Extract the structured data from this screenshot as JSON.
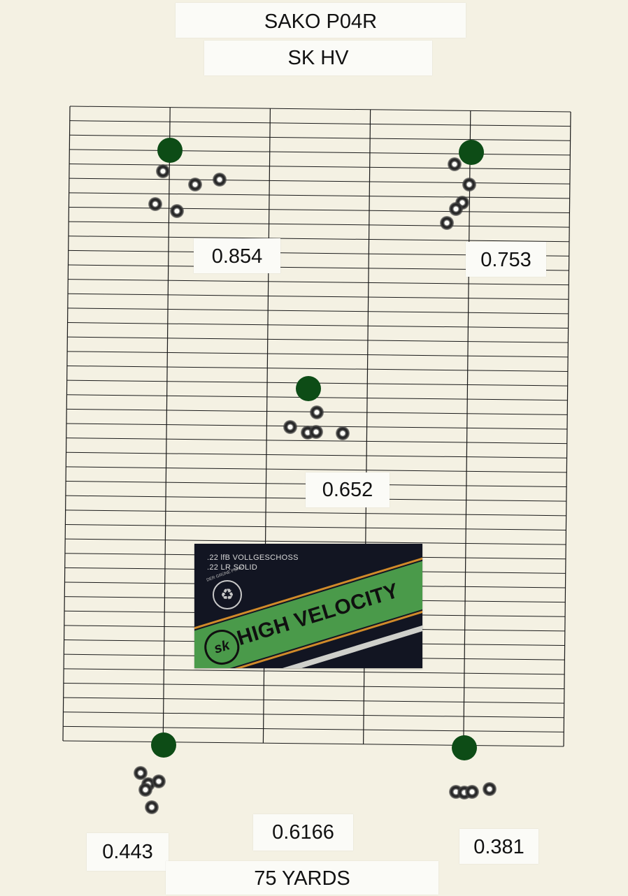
{
  "target": {
    "title_line1": "SAKO P04R",
    "title_line2": "SK HV",
    "distance_label": "75 YARDS",
    "group_sizes": {
      "top_left": "0.854",
      "top_right": "0.753",
      "center": "0.652",
      "bottom_left": "0.443",
      "bottom_center": "0.6166",
      "bottom_right": "0.381"
    }
  },
  "ammo_box": {
    "line1": ".22 lfB VOLLGESCHOSS",
    "line2": ".22 LR SOLID",
    "brand_text": "HIGH VELOCITY",
    "logo_text": "sk",
    "recycle_text": "DER GRÜNE PUNKT"
  },
  "colors": {
    "paper": "#f4f1e3",
    "aim_dot": "#0d4c16",
    "grid_line": "#1a1a1a",
    "box_band": "#4a9a4a",
    "box_dark": "#121522"
  },
  "icons": {
    "aim_point": "green-dot",
    "recycle": "recycle-icon"
  }
}
